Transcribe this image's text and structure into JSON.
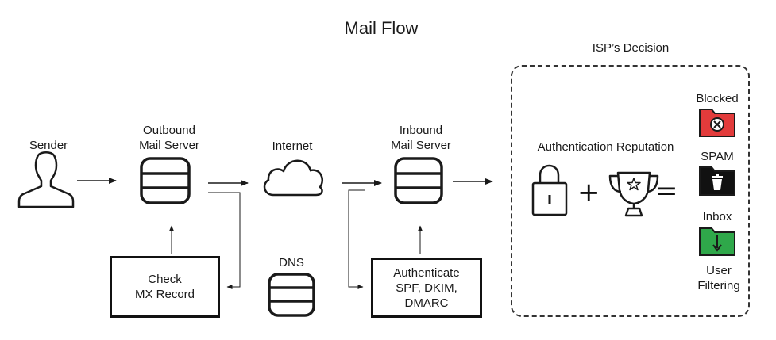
{
  "title": "Mail Flow",
  "nodes": {
    "sender": "Sender",
    "outbound_line1": "Outbound",
    "outbound_line2": "Mail Server",
    "internet": "Internet",
    "inbound_line1": "Inbound",
    "inbound_line2": "Mail Server",
    "dns": "DNS"
  },
  "boxes": {
    "check_line1": "Check",
    "check_line2": "MX Record",
    "auth_line1": "Authenticate",
    "auth_line2": "SPF, DKIM,",
    "auth_line3": "DMARC"
  },
  "isp": {
    "heading": "ISP’s Decision",
    "criteria": "Authentication Reputation",
    "plus": "+",
    "equals": "=",
    "outcomes": {
      "blocked": "Blocked",
      "spam": "SPAM",
      "inbox": "Inbox",
      "user_line1": "User",
      "user_line2": "Filtering"
    }
  },
  "colors": {
    "blocked": "#e23b3b",
    "spam": "#111111",
    "inbox": "#2fa84a",
    "stroke": "#1a1a1a"
  },
  "icons": {
    "sender": "person-silhouette-icon",
    "servers": "database-icon",
    "internet": "cloud-icon",
    "authentication": "padlock-icon",
    "reputation": "trophy-icon",
    "blocked": "folder-blocked-icon",
    "spam": "folder-trash-icon",
    "inbox": "folder-arrow-icon"
  }
}
